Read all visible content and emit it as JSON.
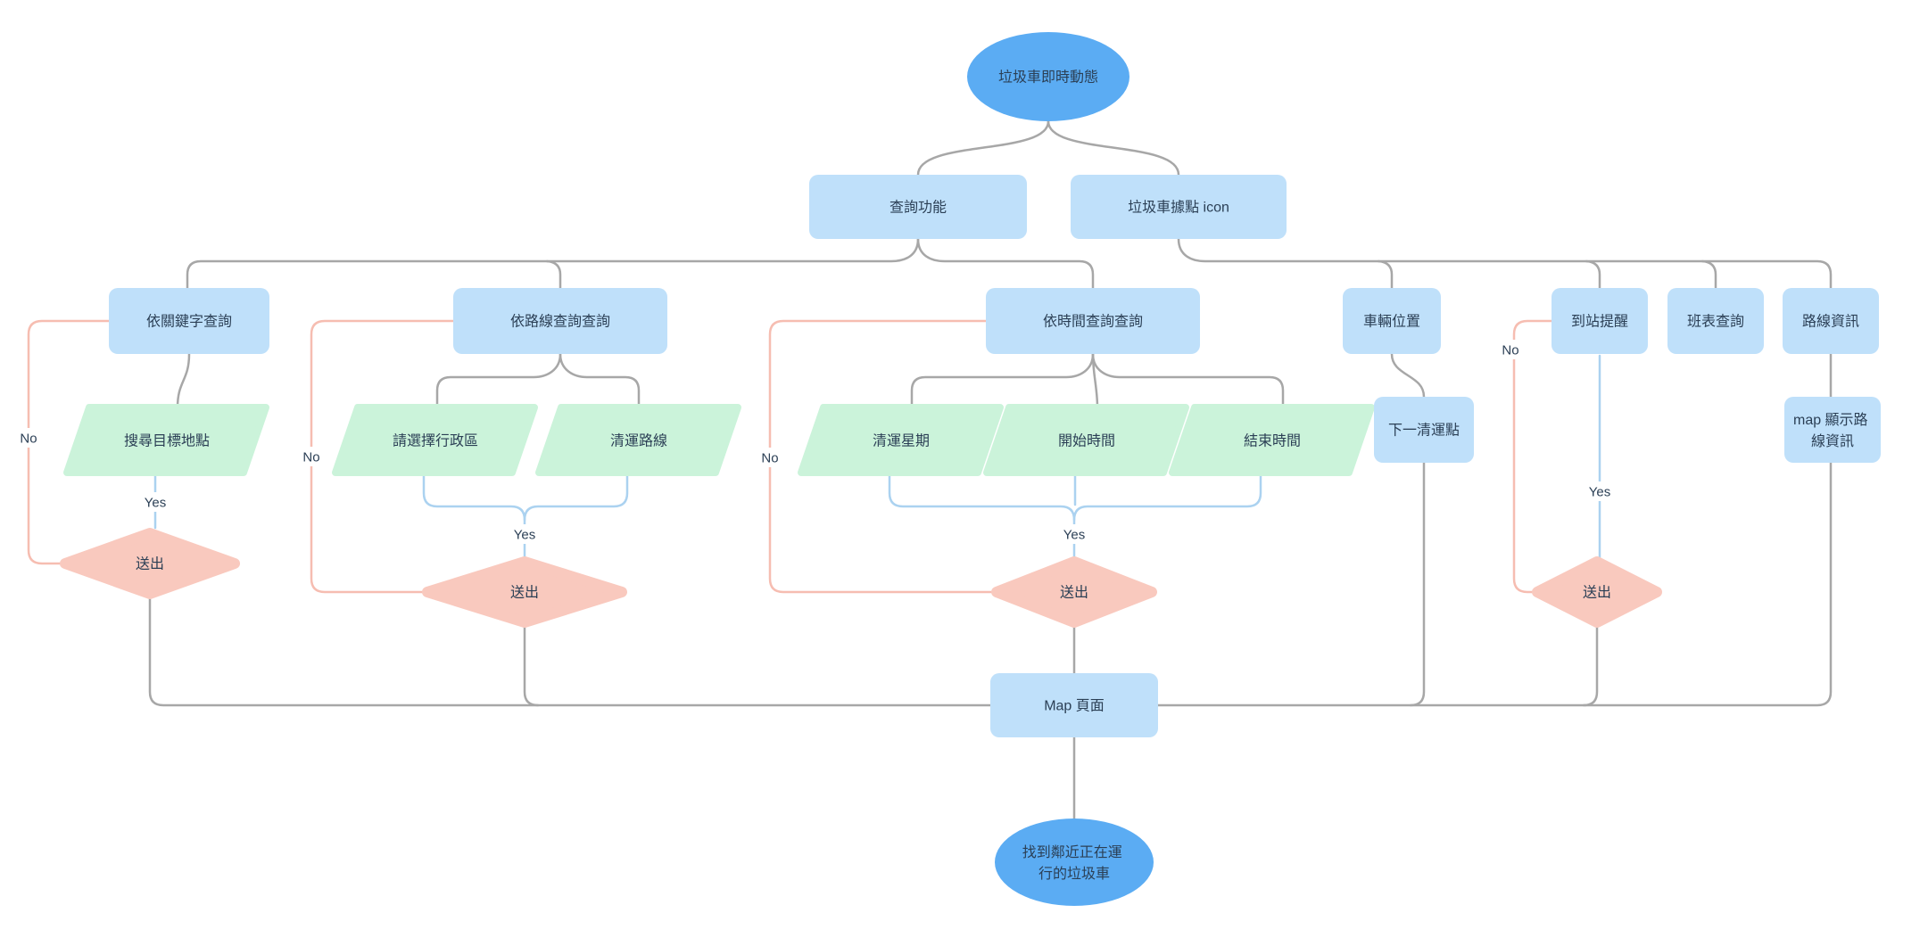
{
  "diagram": {
    "start_label": "垃圾車即時動態",
    "end_line1": "找到鄰近正在運",
    "end_line2": "行的垃圾車"
  },
  "nodes": {
    "query_function": {
      "label": "查詢功能"
    },
    "truck_icon": {
      "label": "垃圾車據點 icon"
    },
    "by_keyword": {
      "label": "依關鍵字查詢"
    },
    "by_route": {
      "label": "依路線查詢查詢"
    },
    "by_time": {
      "label": "依時間查詢查詢"
    },
    "vehicle_position": {
      "label": "車輛位置"
    },
    "arrival_alert": {
      "label": "到站提醒"
    },
    "schedule_query": {
      "label": "班表查詢"
    },
    "route_info": {
      "label": "路線資訊"
    },
    "search_target": {
      "label": "搜尋目標地點"
    },
    "select_district": {
      "label": "請選擇行政區"
    },
    "collection_route": {
      "label": "清運路線"
    },
    "collection_weekday": {
      "label": "清運星期"
    },
    "start_time": {
      "label": "開始時間"
    },
    "end_time": {
      "label": "結束時間"
    },
    "next_point": {
      "label": "下一清運點"
    },
    "map_route_info": {
      "line1": "map 顯示路",
      "line2": "線資訊"
    },
    "submit_keyword": {
      "label": "送出"
    },
    "submit_route": {
      "label": "送出"
    },
    "submit_time": {
      "label": "送出"
    },
    "submit_arrival": {
      "label": "送出"
    },
    "map_page": {
      "label": "Map 頁面"
    }
  },
  "labels": {
    "no_keyword": "No",
    "yes_keyword": "Yes",
    "no_route": "No",
    "yes_route": "Yes",
    "no_time": "No",
    "yes_time": "Yes",
    "no_arrival": "No",
    "yes_arrival": "Yes"
  },
  "colors": {
    "ellipse_fill": "#5bacf3",
    "rect_fill": "#bfe0fa",
    "para_fill": "#cbf3da",
    "diamond_fill": "#f9c9be",
    "gray_line": "#a7a7a7",
    "pink_line": "#f6bdb1",
    "blue_line": "#abd2f0",
    "text_color": "#2b3f55"
  }
}
